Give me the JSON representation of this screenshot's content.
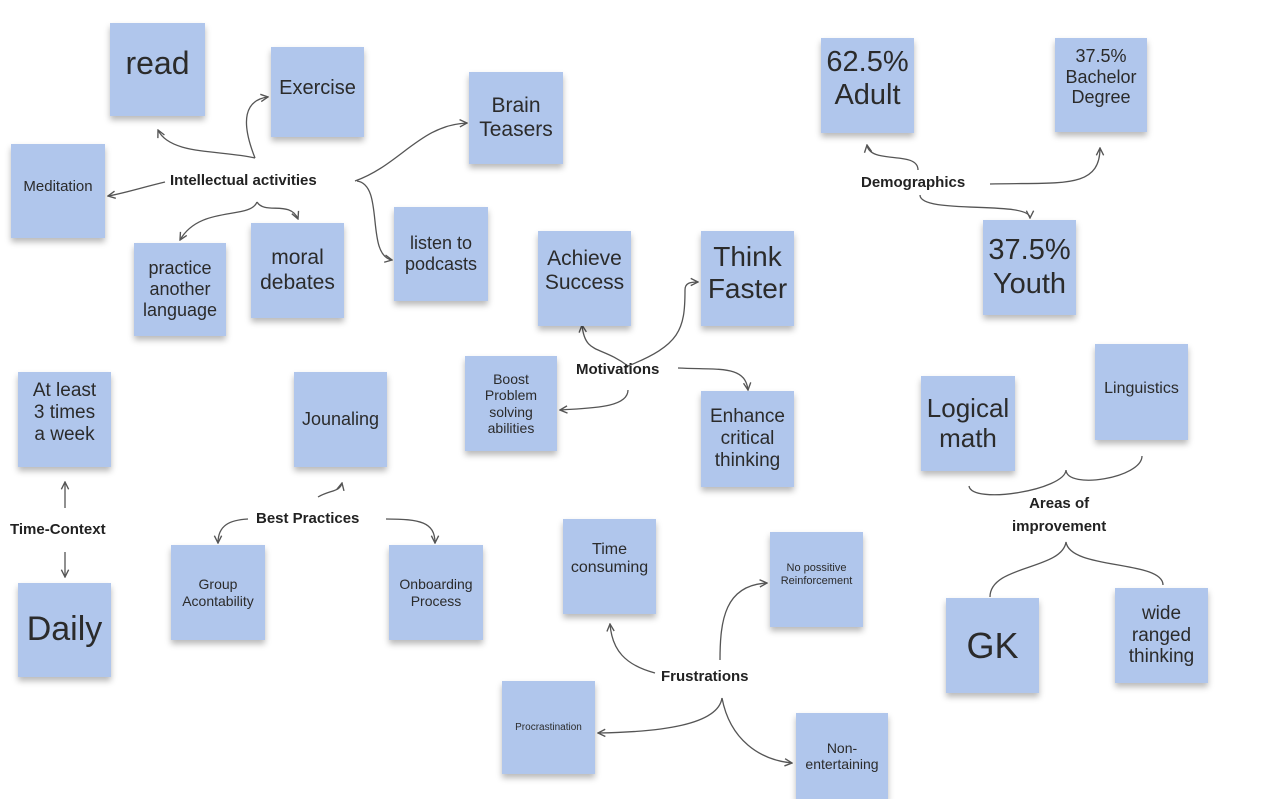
{
  "hubs": {
    "intellectual": "Intellectual activities",
    "demographics": "Demographics",
    "motivations": "Motivations",
    "time_context": "Time-Context",
    "best_practices": "Best Practices",
    "frustrations": "Frustrations",
    "areas": "Areas of\nimprovement"
  },
  "notes": {
    "read": "read",
    "exercise": "Exercise",
    "brain_teasers": "Brain\nTeasers",
    "meditation": "Meditation",
    "practice_language": "practice\nanother\nlanguage",
    "moral_debates": "moral\ndebates",
    "listen_podcasts": "listen to\npodcasts",
    "adult": "62.5%\nAdult",
    "bachelor": "37.5%\nBachelor\nDegree",
    "youth": "37.5%\nYouth",
    "achieve_success": "Achieve\nSuccess",
    "think_faster": "Think\nFaster",
    "boost_problem": "Boost\nProblem\nsolving\nabilities",
    "enhance_critical": "Enhance\ncritical\nthinking",
    "at_least": "At least\n3 times\na week",
    "daily": "Daily",
    "jounaling": "Jounaling",
    "group_accountability": "Group\nAcontability",
    "onboarding": "Onboarding\nProcess",
    "time_consuming": "Time\nconsuming",
    "no_positive": "No possitive\nReinforcement",
    "procrastination": "Procrastination",
    "non_entertaining": "Non-\nentertaining",
    "logical_math": "Logical\nmath",
    "linguistics": "Linguistics",
    "gk": "GK",
    "wide_ranged": "wide\nranged\nthinking"
  },
  "colors": {
    "sticky": "#b0c6ec",
    "connector": "#555555",
    "background": "#ffffff"
  }
}
